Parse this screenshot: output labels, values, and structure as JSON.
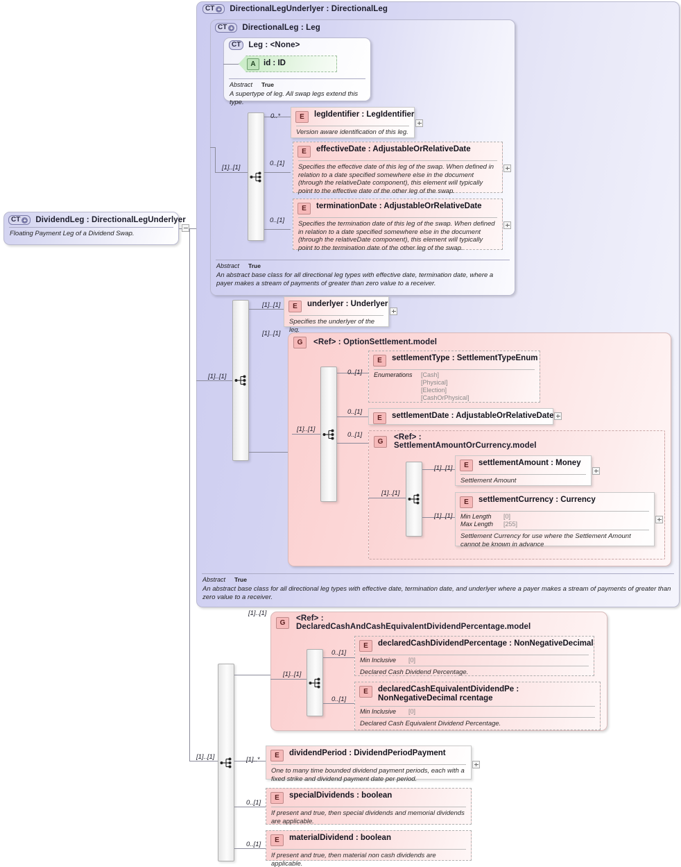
{
  "root": {
    "badge": "CT",
    "title": "DividendLeg : DirectionalLegUnderlyer",
    "description": "Floating Payment Leg of a Dividend Swap."
  },
  "containers": {
    "directionalLegUnderlyer": {
      "badge": "CT",
      "title": "DirectionalLegUnderlyer : DirectionalLeg",
      "abstract_key": "Abstract",
      "abstract_value": "True",
      "description": "An abstract base class for all directional leg types with effective date, termination date, and underlyer where a payer makes a stream of payments of greater than zero value to a receiver."
    },
    "directionalLeg": {
      "badge": "CT",
      "title": "DirectionalLeg : Leg",
      "abstract_key": "Abstract",
      "abstract_value": "True",
      "description": "An abstract base class for all directional leg types with effective date, termination date, where a payer makes a stream of payments of greater than zero value to a receiver."
    },
    "leg": {
      "badge": "CT",
      "title": "Leg        : <None>",
      "abstract_key": "Abstract",
      "abstract_value": "True",
      "description": "A supertype of leg. All swap legs extend this type."
    }
  },
  "attributes": {
    "id": {
      "badge": "A",
      "title": "id            : ID"
    }
  },
  "elements": {
    "legIdentifier": {
      "badge": "E",
      "title": "legIdentifier : LegIdentifier",
      "cardinality": "0..*",
      "description": "Version aware identification of this leg."
    },
    "effectiveDate": {
      "badge": "E",
      "title": "effectiveDate : AdjustableOrRelativeDate",
      "cardinality": "0..[1]",
      "description": "Specifies the effective date of this leg of the swap. When defined in relation to a date specified somewhere else in the document (through the relativeDate component), this element will typically point to the effective date of the other leg of the swap."
    },
    "terminationDate": {
      "badge": "E",
      "title": "terminationDate : AdjustableOrRelativeDate",
      "cardinality": "0..[1]",
      "description": "Specifies the termination date of this leg of the swap. When defined in relation to a date specified somewhere else in the document (through the relativeDate component), this element will typically point to the termination date of the other leg of the swap."
    },
    "underlyer": {
      "badge": "E",
      "title": "underlyer : Underlyer",
      "cardinality": "[1]..[1]",
      "description": "Specifies the underlyer of the leg."
    },
    "settlementType": {
      "badge": "E",
      "title": "settlementType : SettlementTypeEnum",
      "cardinality": "0..[1]",
      "facet_key": "Enumerations",
      "facet_values": [
        "[Cash]",
        "[Physical]",
        "[Election]",
        "[CashOrPhysical]"
      ]
    },
    "settlementDate": {
      "badge": "E",
      "title": "settlementDate : AdjustableOrRelativeDate",
      "cardinality": "0..[1]"
    },
    "settlementAmount": {
      "badge": "E",
      "title": "settlementAmount : Money",
      "cardinality": "[1]..[1]",
      "description": "Settlement Amount"
    },
    "settlementCurrency": {
      "badge": "E",
      "title": "settlementCurrency : Currency",
      "cardinality": "[1]..[1]",
      "facet_min_key": "Min Length",
      "facet_min_value": "[0]",
      "facet_max_key": "Max Length",
      "facet_max_value": "[255]",
      "description": "Settlement Currency for use where the Settlement Amount cannot be known in advance"
    },
    "declaredCashDividendPercentage": {
      "badge": "E",
      "title": "declaredCashDividendPercentage : NonNegativeDecimal",
      "cardinality": "0..[1]",
      "facet_key": "Min Inclusive",
      "facet_value": "[0]",
      "description": "Declared Cash Dividend Percentage."
    },
    "declaredCashEquivalentDividendPercentage": {
      "badge": "E",
      "title": "declaredCashEquivalentDividendPe : NonNegativeDecimal rcentage",
      "cardinality": "0..[1]",
      "facet_key": "Min Inclusive",
      "facet_value": "[0]",
      "description": "Declared Cash Equivalent Dividend Percentage."
    },
    "dividendPeriod": {
      "badge": "E",
      "title": "dividendPeriod : DividendPeriodPayment",
      "cardinality": "[1]..*",
      "description": "One to many time bounded dividend payment periods, each with a fixed strike and dividend payment date per period."
    },
    "specialDividends": {
      "badge": "E",
      "title": "specialDividends : boolean",
      "cardinality": "0..[1]",
      "description": "If present and true, then special dividends and memorial dividends are applicable."
    },
    "materialDividend": {
      "badge": "E",
      "title": "materialDividend : boolean",
      "cardinality": "0..[1]",
      "description": "If present and true, then material non cash dividends are applicable."
    }
  },
  "groups": {
    "optionSettlement": {
      "badge": "G",
      "title": "<Ref>        : OptionSettlement.model",
      "cardinality": "[1]..[1]"
    },
    "settlementAmountOrCurrency": {
      "badge": "G",
      "title": "<Ref>        : SettlementAmountOrCurrency.model",
      "cardinality": "0..[1]"
    },
    "declaredCashAndCashEquivalentDividendPercentage": {
      "badge": "G",
      "title": "<Ref>        : DeclaredCashAndCashEquivalentDividendPercentage.model",
      "cardinality": "[1]..[1]"
    }
  },
  "compositors": {
    "legSequence": {
      "name": "sequence",
      "cardinality": "[1]..[1]"
    },
    "underlyerSequence": {
      "name": "sequence",
      "cardinality": "[1]..[1]"
    },
    "optionSettlementSequence": {
      "name": "sequence",
      "cardinality": "[1]..[1]"
    },
    "settlementAmountSequence": {
      "name": "sequence",
      "cardinality": "[1]..[1]"
    },
    "dividendSequence": {
      "name": "sequence",
      "cardinality": "[1]..[1]"
    },
    "declaredSequence": {
      "name": "sequence",
      "cardinality": "[1]..[1]"
    }
  },
  "toggles": {
    "root_collapse": "-",
    "expand": "+"
  }
}
